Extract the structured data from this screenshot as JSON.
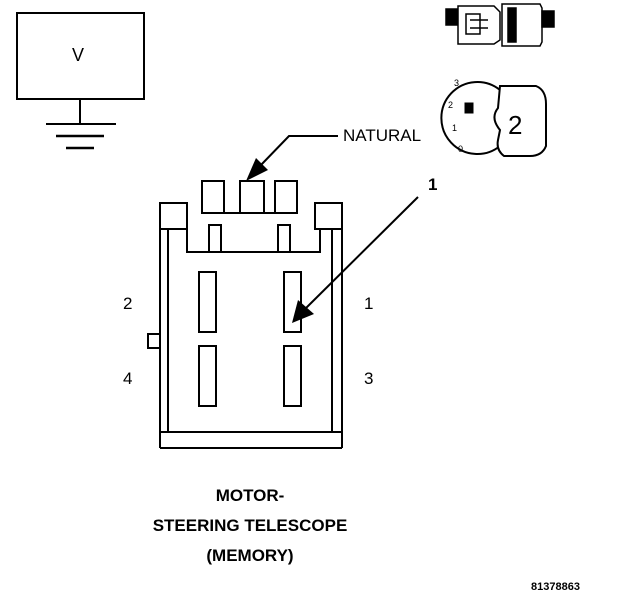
{
  "meter": {
    "label": "V"
  },
  "callouts": {
    "natural": "NATURAL",
    "pointer": "1"
  },
  "pins": {
    "p1": "1",
    "p2": "2",
    "p3": "3",
    "p4": "4"
  },
  "key_icon": {
    "scale": [
      "3",
      "2",
      "1",
      "0"
    ],
    "number": "2"
  },
  "title": {
    "line1": "MOTOR-",
    "line2": "STEERING TELESCOPE",
    "line3": "(MEMORY)"
  },
  "figure_id": "81378863"
}
